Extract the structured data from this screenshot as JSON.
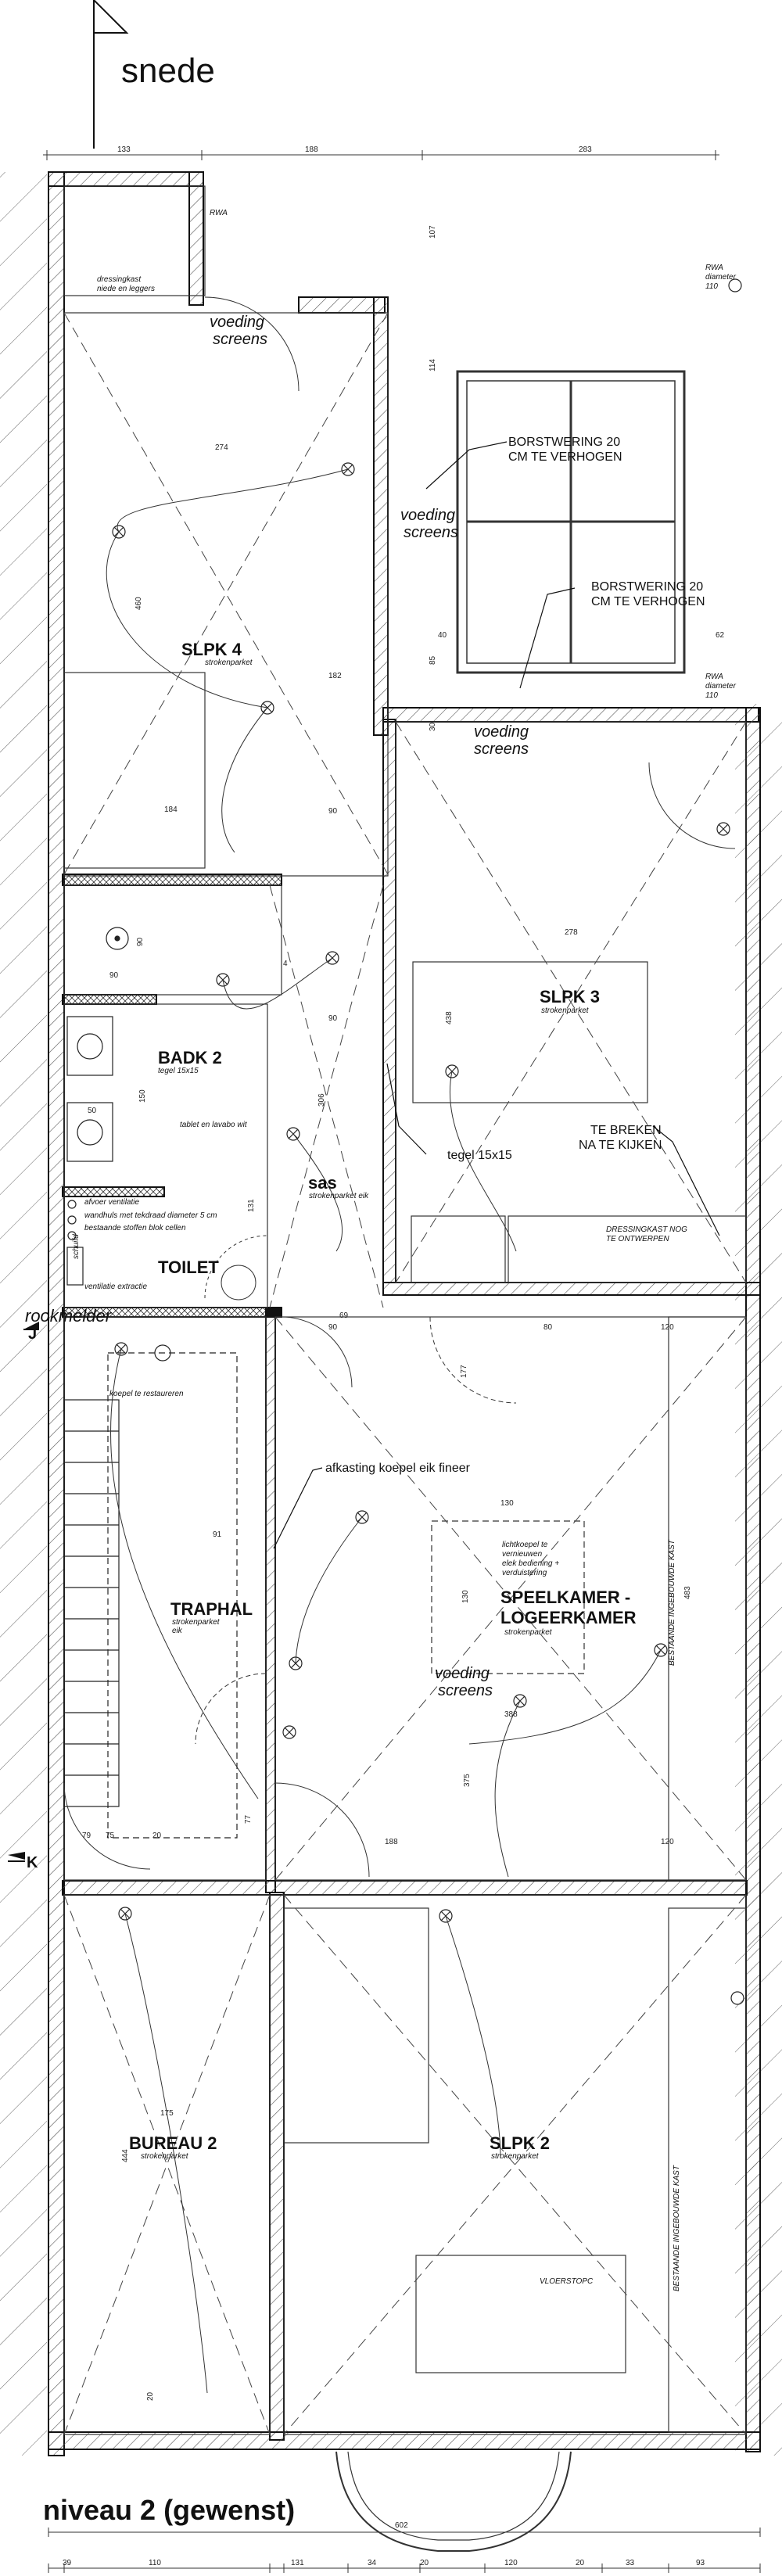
{
  "header": {
    "section_label": "snede",
    "marker_j": "J",
    "marker_k": "K"
  },
  "footer": {
    "title": "niveau 2 (gewenst)"
  },
  "rooms": [
    {
      "key": "slpk4",
      "name": "SLPK 4",
      "floor": "strokenparket"
    },
    {
      "key": "slpk3",
      "name": "SLPK 3",
      "floor": "strokenparket"
    },
    {
      "key": "badk2",
      "name": "BADK 2",
      "floor": "tegel 15x15"
    },
    {
      "key": "sas",
      "name": "sas",
      "floor": "strokenparket eik"
    },
    {
      "key": "toilet",
      "name": "TOILET",
      "floor": ""
    },
    {
      "key": "traphal",
      "name": "TRAPHAL",
      "floor": "strokenparket",
      "floor2": "eik"
    },
    {
      "key": "speelkamer",
      "name": "SPEELKAMER -",
      "name2": "LOGEERKAMER",
      "floor": "strokenparket"
    },
    {
      "key": "bureau2",
      "name": "BUREAU 2",
      "floor": "strokenparket"
    },
    {
      "key": "slpk2",
      "name": "SLPK 2",
      "floor": "strokenparket"
    }
  ],
  "notes": {
    "borstwering_1a": "BORSTWERING 20",
    "borstwering_1b": "CM TE VERHOGEN",
    "borstwering_2a": "BORSTWERING 20",
    "borstwering_2b": "CM TE VERHOGEN",
    "te_breken_a": "TE BREKEN",
    "te_breken_b": "NA TE KIJKEN",
    "tegel": "tegel 15x15",
    "afkasting": "afkasting koepel eik fineer",
    "rookmelder": "rookmelder",
    "voeding_a": "voeding",
    "screens_a": "screens",
    "voeding_b": "voeding",
    "screens_b": "screens",
    "voeding_c": "voeding",
    "screens_c": "screens",
    "voeding_d": "voeding",
    "screens_d": "screens",
    "rwa1": "RWA",
    "rwa2a": "RWA",
    "rwa2b": "diameter",
    "rwa2c": "110",
    "rwa3a": "RWA",
    "rwa3b": "diameter",
    "rwa3c": "110",
    "dressing_a": "dressingkast",
    "dressing_b": "niede en leggers",
    "dressing2_a": "DRESSINGKAST NOG",
    "dressing2_b": "TE ONTWERPEN",
    "tablet": "tablet en lavabo wit",
    "koepel_restaureren": "koepel te restaureren",
    "lichtkoepel_a": "lichtkoepel te",
    "lichtkoepel_b": "vernieuwen",
    "lichtkoepel_c": "elek bediening +",
    "lichtkoepel_d": "verduistering",
    "kast_a": "BESTAANDE INGEBOUWDE KAST",
    "kast_b": "BESTAANDE INGEBOUWDE KAST",
    "vloerstopc": "VLOERSTOPC",
    "schuifdeur": "schuifd",
    "toilet_n1": "afvoer ventilatie",
    "toilet_n2": "wandhuls met tekdraad diameter 5 cm",
    "toilet_n3": "bestaande stoffen blok cellen",
    "toilet_n4": "ventilatie extractie"
  },
  "dimensions": {
    "top_133": "133",
    "top_188": "188",
    "top_283": "283",
    "d274": "274",
    "d460": "460",
    "d182": "182",
    "d184": "184",
    "d90a": "90",
    "d107": "107",
    "d114": "114",
    "d40": "40",
    "d85": "85",
    "d62": "62",
    "d30": "30",
    "d278": "278",
    "d438": "438",
    "d90b": "90",
    "d90c": "90",
    "d4": "4",
    "d306": "306",
    "d131": "131",
    "d150": "150",
    "d50": "50",
    "d90d": "90",
    "d90e": "90",
    "d69": "69",
    "d80": "80",
    "d120a": "120",
    "d177": "177",
    "d130a": "130",
    "d130b": "130",
    "d388": "388",
    "d375": "375",
    "d483": "483",
    "d91": "91",
    "d79": "79",
    "d75": "75",
    "d20a": "20",
    "d77": "77",
    "d188b": "188",
    "d120b": "120",
    "d175": "175",
    "d444": "444",
    "d20b": "20",
    "bot_602": "602",
    "bot_39": "39",
    "bot_110": "110",
    "bot_131": "131",
    "bot_34": "34",
    "bot_20a": "20",
    "bot_120": "120",
    "bot_20b": "20",
    "bot_33": "33",
    "bot_93": "93"
  }
}
